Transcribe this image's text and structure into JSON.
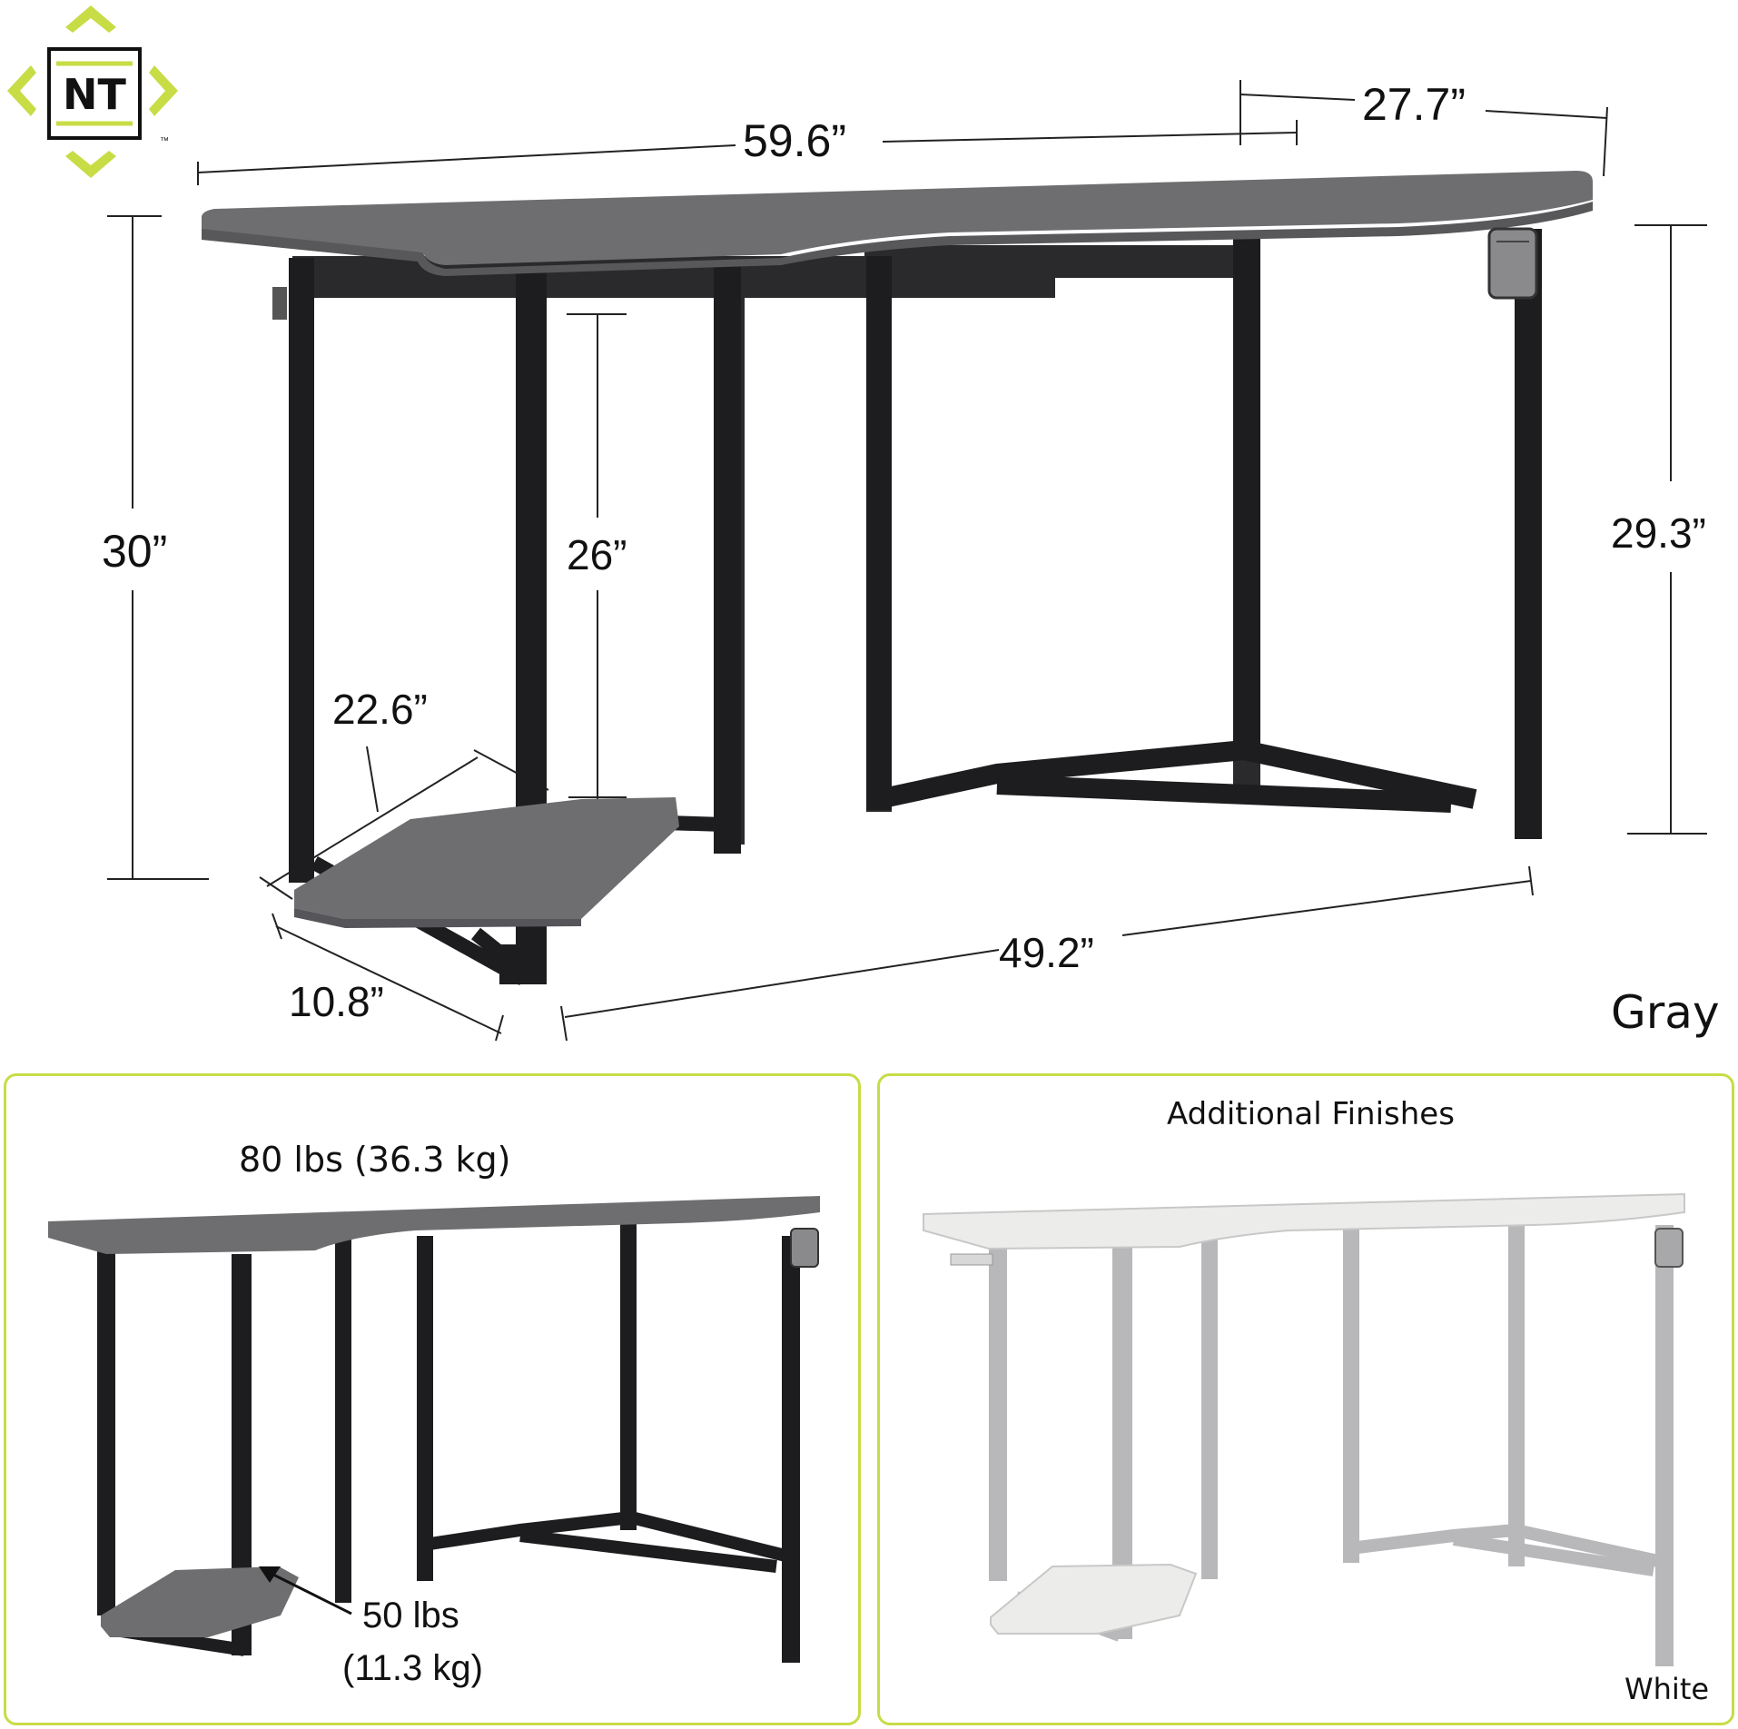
{
  "brand": {
    "logo_text": "NT",
    "trademark": "™",
    "accent_color": "#c8dc46"
  },
  "main_view": {
    "dimensions": {
      "width": "59.6”",
      "depth": "27.7”",
      "height": "30”",
      "leg_clearance": "26”",
      "shelf_depth": "22.6”",
      "shelf_width": "10.8”",
      "base_length": "49.2”",
      "inner_height": "29.3”"
    },
    "finish_label": "Gray"
  },
  "weight_panel": {
    "title": "80 lbs (36.3 kg)",
    "shelf_weight_line1": "50 lbs",
    "shelf_weight_line2": "(11.3 kg)"
  },
  "finishes_panel": {
    "title": "Additional Finishes",
    "finish_label": "White"
  },
  "colors": {
    "gray_top": "#6e6e70",
    "gray_edge": "#58585a",
    "frame_black": "#1d1d1f",
    "white_top": "#ececea",
    "white_frame": "#b8b8ba"
  }
}
